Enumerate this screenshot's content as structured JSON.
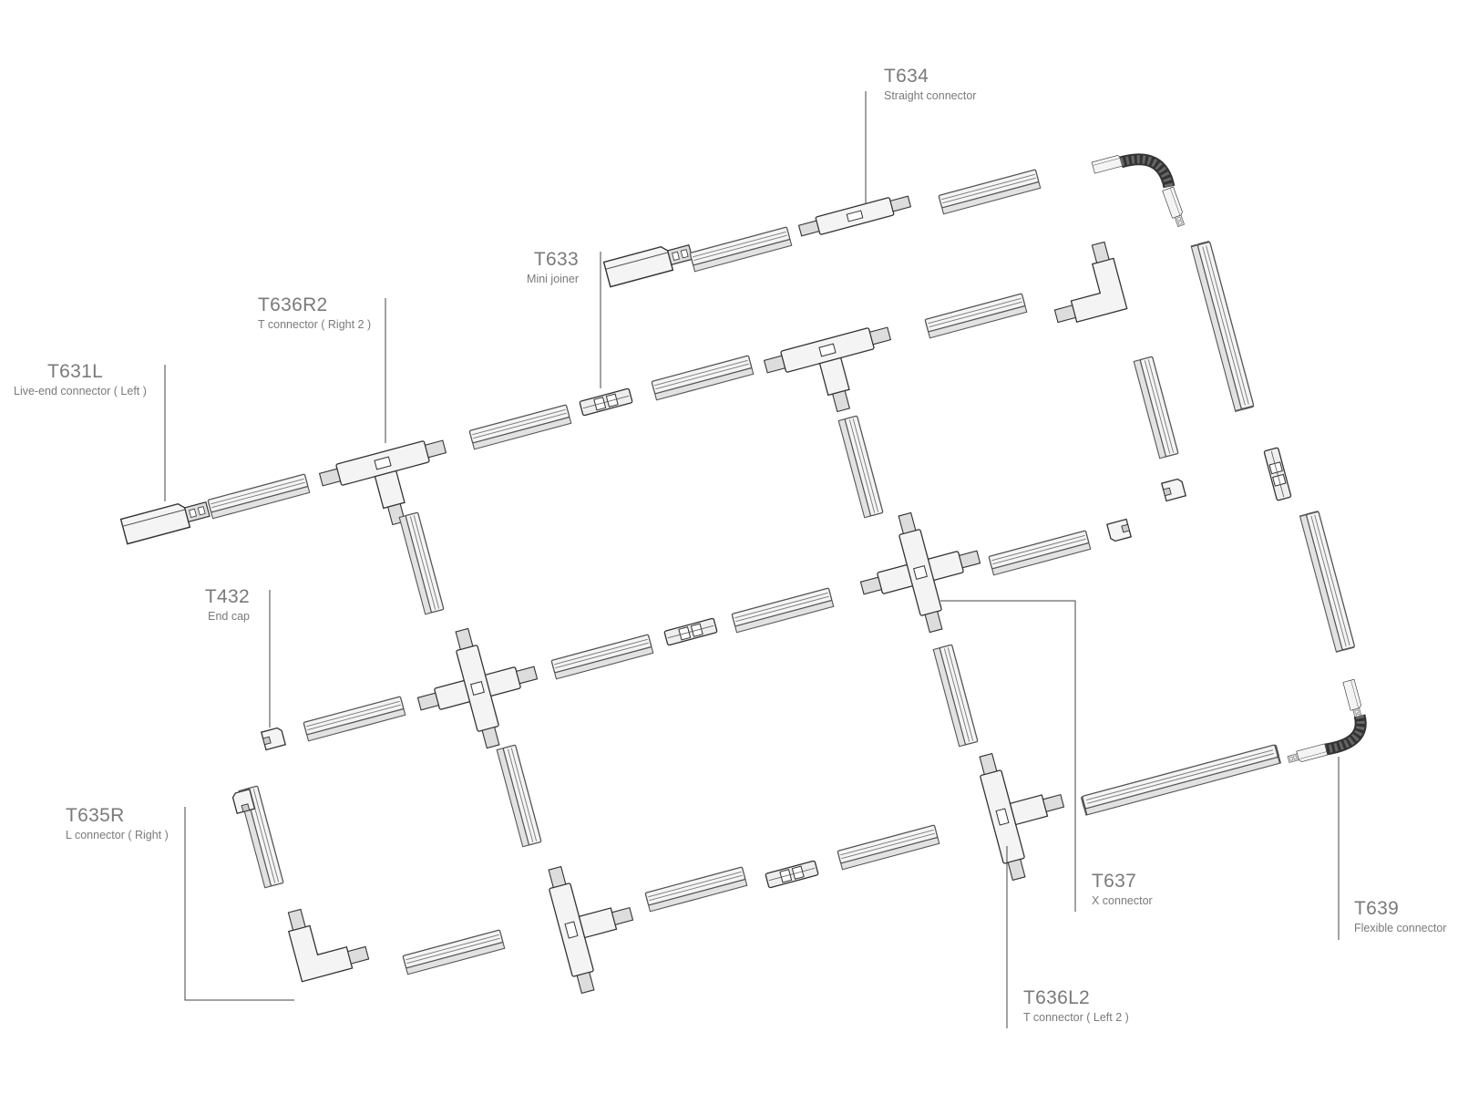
{
  "diagram": {
    "stroke_color": "#555555",
    "fill_color": "#f2f2f2",
    "label_color": "#7a7a7a",
    "leader_color": "#444444",
    "callouts": [
      {
        "id": "t634",
        "code": "T634",
        "description": "Straight connector"
      },
      {
        "id": "t633",
        "code": "T633",
        "description": "Mini joiner"
      },
      {
        "id": "t636r2",
        "code": "T636R2",
        "description": "T connector ( Right 2 )"
      },
      {
        "id": "t631l",
        "code": "T631L",
        "description": "Live-end connector ( Left )"
      },
      {
        "id": "t432",
        "code": "T432",
        "description": "End cap"
      },
      {
        "id": "t635r",
        "code": "T635R",
        "description": "L connector ( Right )"
      },
      {
        "id": "t637",
        "code": "T637",
        "description": "X connector"
      },
      {
        "id": "t639",
        "code": "T639",
        "description": "Flexible connector"
      },
      {
        "id": "t636l2",
        "code": "T636L2",
        "description": "T connector ( Left 2 )"
      }
    ]
  }
}
